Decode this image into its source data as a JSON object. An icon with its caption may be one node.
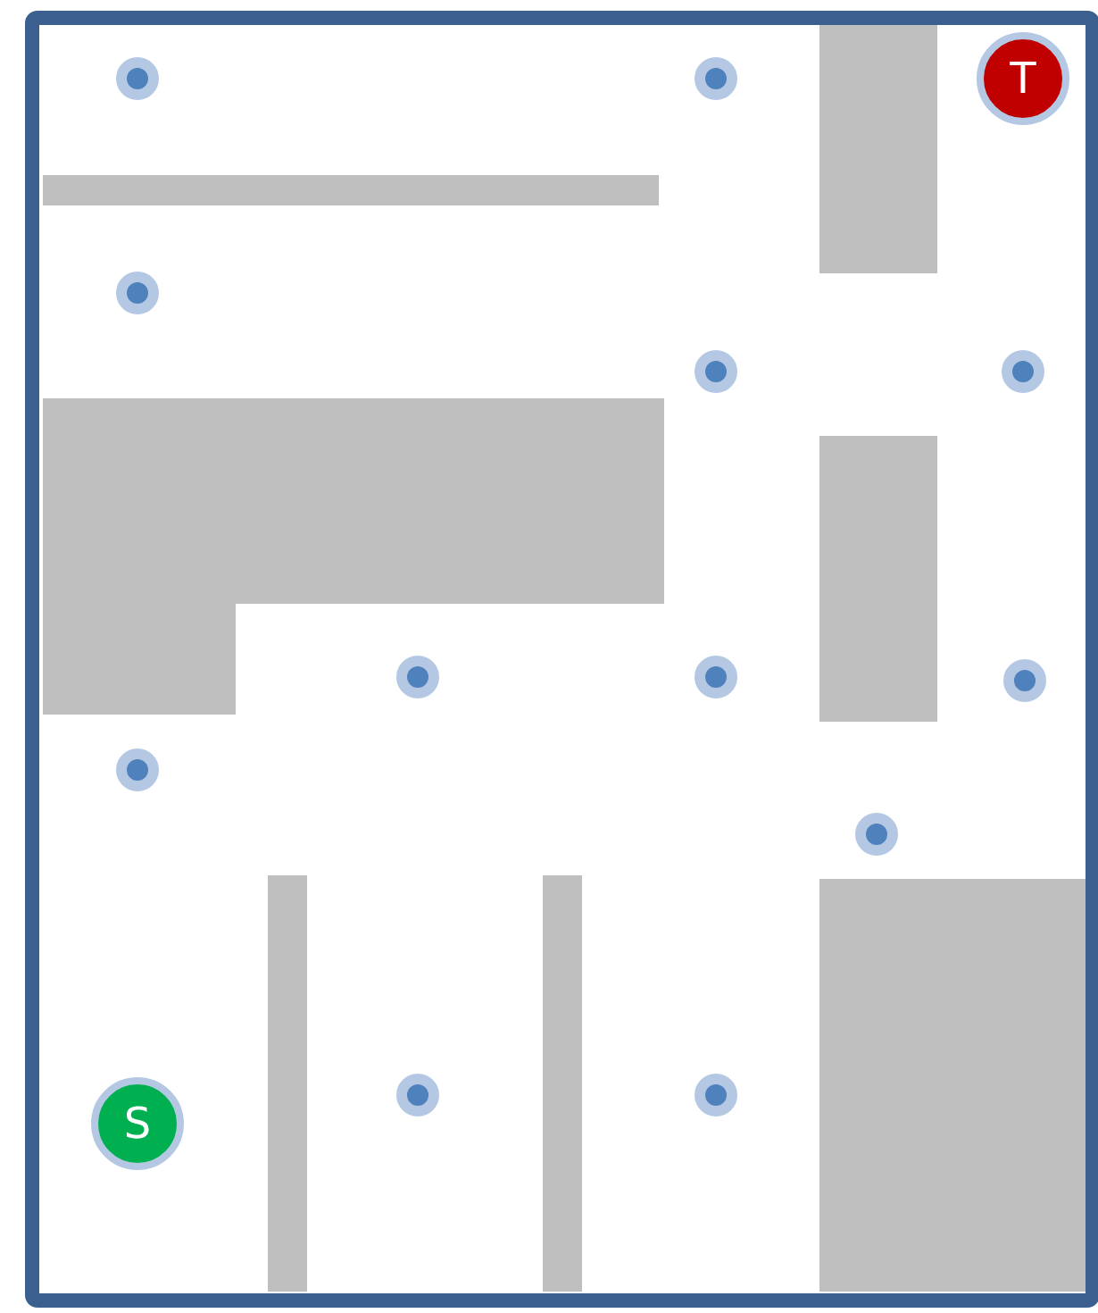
{
  "diagram": {
    "nodes": [
      {
        "text": [],
        "shape": "circle"
      },
      {
        "text": [],
        "shape": "circle"
      },
      {
        "text": [
          "T"
        ]
      },
      {
        "text": [],
        "shape": "circle"
      },
      {
        "text": [],
        "shape": "circle"
      },
      {
        "text": [],
        "shape": "circle"
      },
      {
        "text": [],
        "shape": "circle"
      },
      {
        "text": [],
        "shape": "circle"
      },
      {
        "text": [],
        "shape": "circle"
      },
      {
        "text": [],
        "shape": "circle"
      },
      {
        "text": [],
        "shape": "circle"
      },
      {
        "text": [
          "S"
        ]
      },
      {
        "text": [],
        "shape": "circle"
      },
      {
        "text": [],
        "shape": "circle"
      }
    ]
  }
}
